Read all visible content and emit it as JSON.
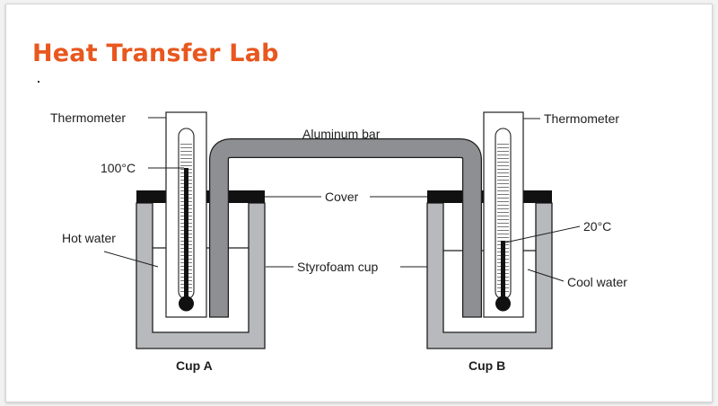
{
  "title": "Heat Transfer Lab",
  "colors": {
    "title": "#e8571e",
    "cup_wall": "#b7b9bc",
    "bar": "#8d8f92",
    "cover": "#111111"
  },
  "labels": {
    "thermometer_left": "Thermometer",
    "thermometer_right": "Thermometer",
    "temp_hot": "100°C",
    "temp_cool": "20°C",
    "aluminum_bar": "Aluminum bar",
    "cover": "Cover",
    "hot_water": "Hot water",
    "styrofoam_cup": "Styrofoam cup",
    "cool_water": "Cool water",
    "cup_a": "Cup A",
    "cup_b": "Cup B"
  },
  "thermometers": [
    {
      "name": "left",
      "reading_c": 100
    },
    {
      "name": "right",
      "reading_c": 20
    }
  ]
}
